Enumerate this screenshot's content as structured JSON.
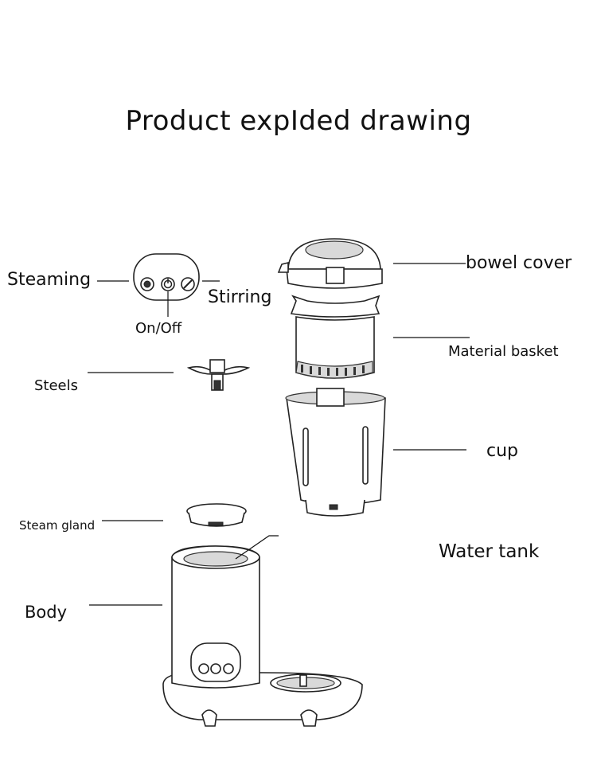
{
  "title": "Product expIded drawing",
  "labels": {
    "steaming": "Steaming",
    "stirring": "Stirring",
    "on_off": "On/Off",
    "steels": "Steels",
    "bowel_cover": "bowel cover",
    "material_basket": "Material basket",
    "cup": "cup",
    "steam_gland": "Steam gland",
    "water_tank": "Water tank",
    "body": "Body"
  },
  "icons": [
    "steam-button-icon",
    "power-button-icon",
    "stir-button-icon"
  ]
}
